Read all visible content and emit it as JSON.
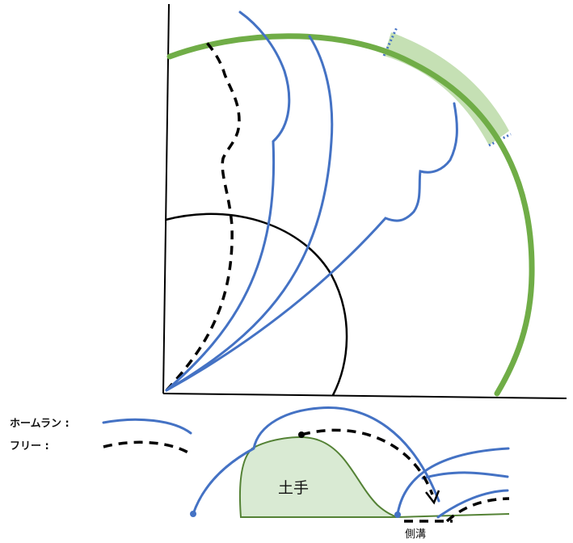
{
  "legend": {
    "homerun_label": "ホームラン :",
    "fly_label": "フリー :"
  },
  "bank_section": {
    "embankment_label": "土手",
    "ditch_label": "側溝"
  },
  "colors": {
    "fence": "#70ad47",
    "fence_zone": "#c5e0b4",
    "trajectory": "#4472c4",
    "fly": "#000000",
    "embankment_fill": "#d9ead3",
    "embankment_stroke": "#548235"
  }
}
